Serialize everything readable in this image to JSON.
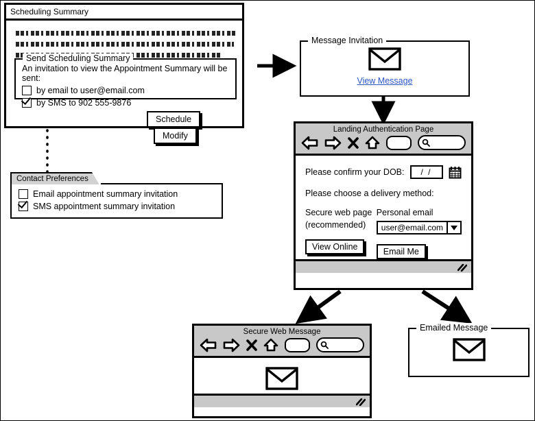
{
  "scheduling_summary": {
    "title": "Scheduling Summary",
    "body_placeholder_lines": 3,
    "group_label": "Send Scheduling Summary",
    "intro": "An invitation to view the Appointment Summary will be sent:",
    "options": [
      {
        "label": "by email to user@email.com",
        "checked": false
      },
      {
        "label": "by SMS to 902 555-9876",
        "checked": true
      }
    ],
    "buttons": [
      {
        "label": "Schedule"
      },
      {
        "label": "Modify"
      }
    ]
  },
  "contact_preferences": {
    "tab_label": "Contact Preferences",
    "options": [
      {
        "label": "Email appointment summary invitation",
        "checked": false
      },
      {
        "label": "SMS appointment summary invitation",
        "checked": true
      }
    ]
  },
  "message_invitation": {
    "label": "Message Invitation",
    "icon": "envelope-icon",
    "link": "View Message"
  },
  "landing_page": {
    "title": "Landing Authentication Page",
    "toolbar_icons": [
      "back-arrow-icon",
      "forward-arrow-icon",
      "stop-x-icon",
      "home-icon",
      "url-bar",
      "search-box"
    ],
    "dob_label": "Please confirm your DOB:",
    "dob_value": "/  /",
    "dob_icon": "calendar-icon",
    "delivery_label": "Please choose a delivery method:",
    "option_left_line1": "Secure web page",
    "option_left_line2": "(recommended)",
    "option_right_label": "Personal email",
    "email_value": "user@email.com",
    "button_left": "View Online",
    "button_right": "Email Me",
    "status_icon": "resize-grip-icon"
  },
  "secure_web_message": {
    "title": "Secure Web Message",
    "toolbar_icons": [
      "back-arrow-icon",
      "forward-arrow-icon",
      "stop-x-icon",
      "home-icon",
      "url-bar",
      "search-box"
    ],
    "icon": "envelope-icon",
    "status_icon": "resize-grip-icon"
  },
  "emailed_message": {
    "label": "Emailed Message",
    "icon": "envelope-icon"
  },
  "connectors": [
    {
      "name": "summary-to-invitation",
      "style": "solid"
    },
    {
      "name": "invitation-to-landing",
      "style": "solid"
    },
    {
      "name": "preferences-to-summary",
      "style": "dotted"
    },
    {
      "name": "landing-to-secure-web",
      "style": "solid"
    },
    {
      "name": "landing-to-emailed",
      "style": "solid"
    }
  ],
  "colors": {
    "chrome_gray": "#c8c8c8",
    "tab_gray": "#d2d2d2",
    "link_blue": "#2b56c6",
    "outline": "#000000"
  }
}
